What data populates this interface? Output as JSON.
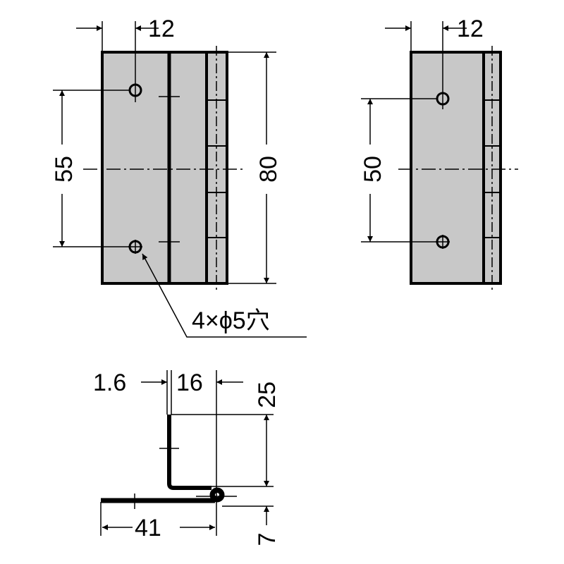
{
  "front_view": {
    "dim_hole_offset": "12",
    "dim_hole_pitch": "55",
    "dim_height": "80",
    "hole_note": "4×ϕ5穴"
  },
  "right_view": {
    "dim_hole_offset": "12",
    "dim_hole_pitch": "50"
  },
  "side_view": {
    "dim_thickness": "1.6",
    "dim_width_upper": "16",
    "dim_height_upper": "25",
    "dim_width_lower": "41",
    "dim_knuckle": "7"
  },
  "colors": {
    "plate_fill": "#c8c8c8",
    "line": "#000000"
  }
}
